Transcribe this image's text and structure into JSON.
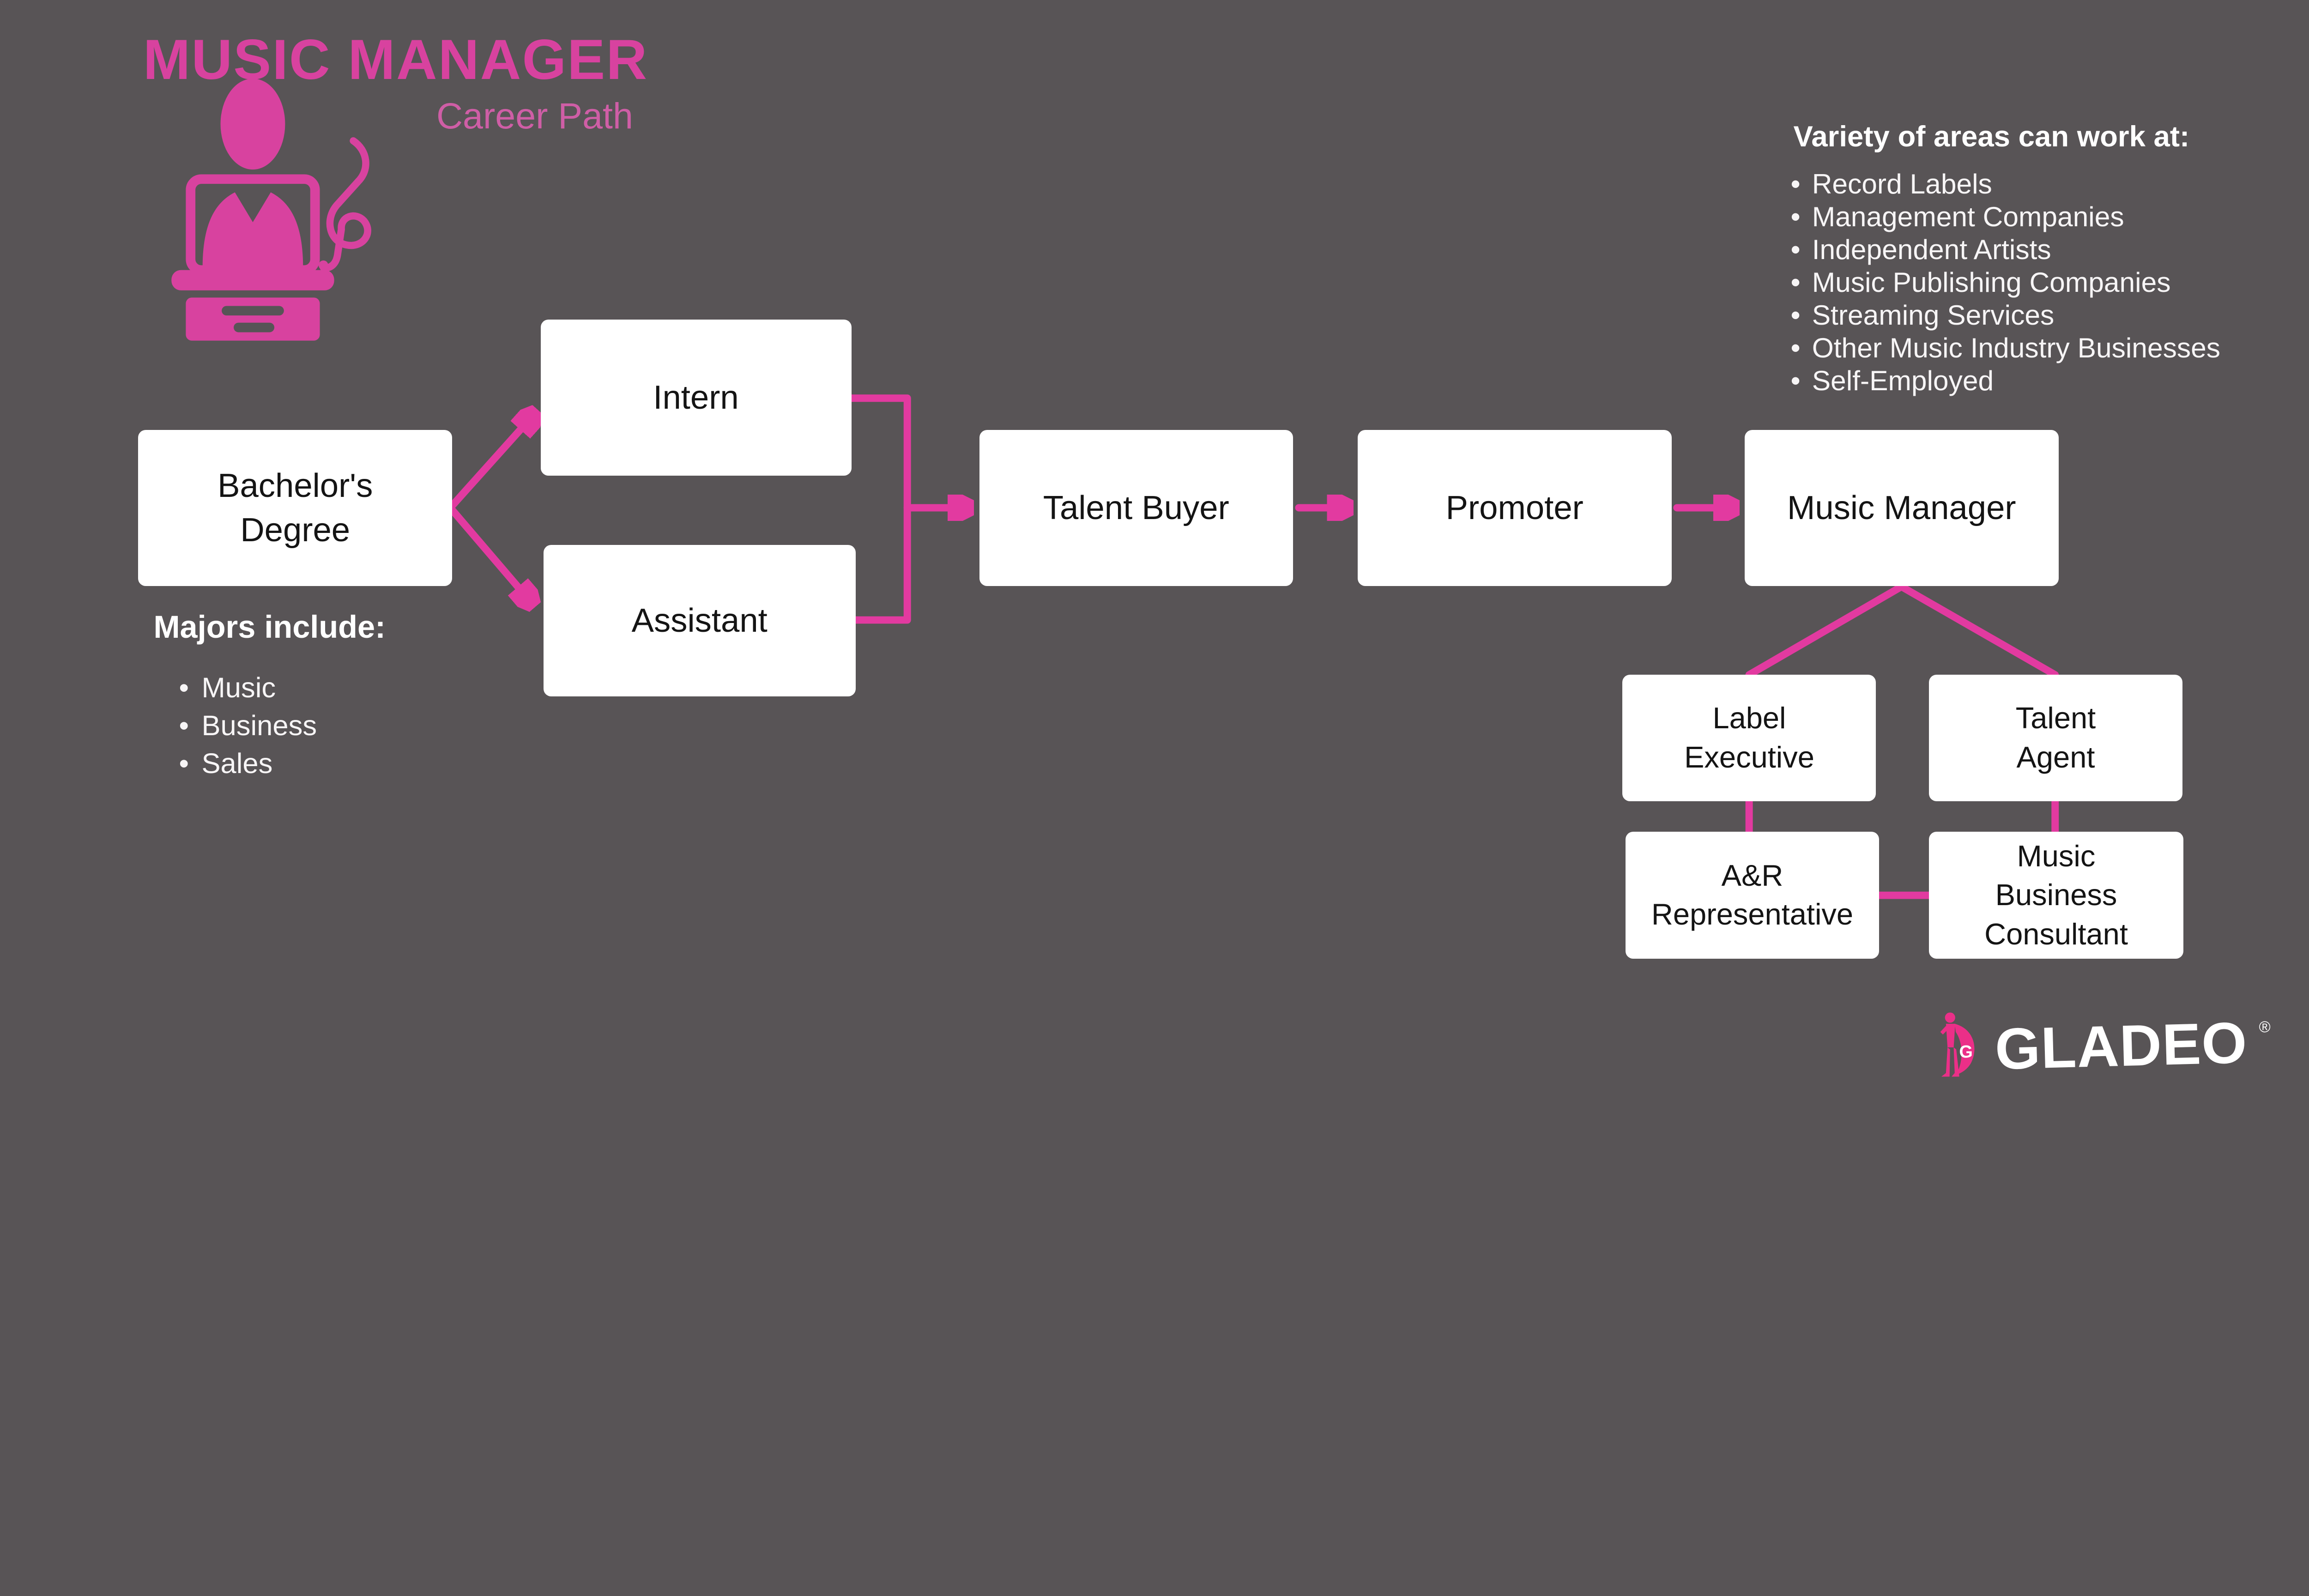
{
  "header": {
    "title": "MUSIC MANAGER",
    "subtitle": "Career Path"
  },
  "work_areas": {
    "heading": "Variety of areas can work at:",
    "items": [
      "Record Labels",
      "Management Companies",
      "Independent Artists",
      "Music Publishing Companies",
      "Streaming Services",
      "Other Music Industry Businesses",
      "Self-Employed"
    ]
  },
  "majors": {
    "heading": "Majors include:",
    "items": [
      "Music",
      "Business",
      "Sales"
    ]
  },
  "nodes": {
    "bachelors_degree": {
      "label": "Bachelor's Degree"
    },
    "intern": {
      "label": "Intern"
    },
    "assistant": {
      "label": "Assistant"
    },
    "talent_buyer": {
      "label": "Talent Buyer"
    },
    "promoter": {
      "label": "Promoter"
    },
    "music_manager": {
      "label": "Music Manager"
    },
    "label_executive": {
      "label": "Label Executive"
    },
    "talent_agent": {
      "label": "Talent Agent"
    },
    "ar_representative": {
      "label": "A&R Representative"
    },
    "music_business_consultant": {
      "label": "Music Business Consultant"
    }
  },
  "logo": {
    "brand": "GLADEO",
    "registered_mark": "®",
    "mascot_letter": "G"
  },
  "icons": {
    "person_at_desk": "music-manager-person-at-desk-icon",
    "treble_clef": "treble-clef-icon",
    "mascot": "gladeo-superhero-mascot-icon"
  },
  "colors": {
    "background": "#585456",
    "title_pink": "#d8429f",
    "subtitle_pink": "#cf5ea6",
    "connector_pink": "#e23aa0",
    "logo_pink": "#eb2f88",
    "box_background": "#ffffff",
    "box_text": "#141414",
    "list_text": "#f7f5f6"
  }
}
